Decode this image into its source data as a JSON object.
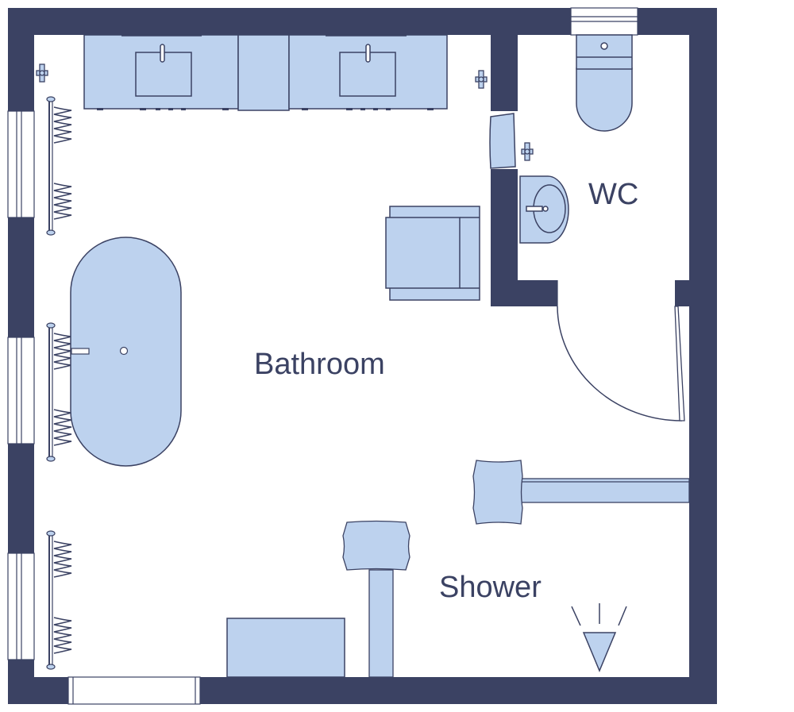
{
  "colors": {
    "wall": "#3b4263",
    "fixture_fill": "#bdd2ee",
    "fixture_stroke": "#3b4263",
    "floor": "#ffffff"
  },
  "rooms": {
    "bathroom": "Bathroom",
    "wc": "WC",
    "shower": "Shower"
  },
  "icons": {
    "fixtures": [
      "double-vanity",
      "bathtub",
      "toilet",
      "wc-basin",
      "bench",
      "towel-radiator",
      "shower-head",
      "shower-screen",
      "door"
    ]
  }
}
